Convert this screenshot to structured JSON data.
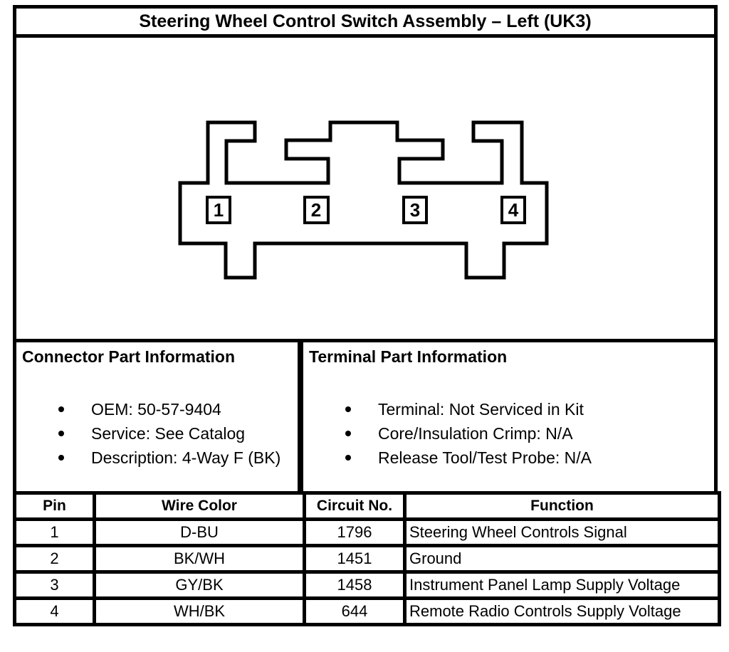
{
  "title": "Steering Wheel Control Switch Assembly – Left (UK3)",
  "diagram": {
    "description": "4-way connector face view",
    "pin_labels": [
      "1",
      "2",
      "3",
      "4"
    ]
  },
  "connector_part_info": {
    "heading": "Connector Part Information",
    "items": [
      "OEM: 50-57-9404",
      "Service: See Catalog",
      "Description: 4-Way F (BK)"
    ]
  },
  "terminal_part_info": {
    "heading": "Terminal Part Information",
    "items": [
      "Terminal: Not Serviced in Kit",
      "Core/Insulation Crimp: N/A",
      "Release Tool/Test Probe: N/A"
    ]
  },
  "pin_table": {
    "headers": [
      "Pin",
      "Wire Color",
      "Circuit No.",
      "Function"
    ],
    "rows": [
      [
        "1",
        "D-BU",
        "1796",
        "Steering Wheel Controls Signal"
      ],
      [
        "2",
        "BK/WH",
        "1451",
        "Ground"
      ],
      [
        "3",
        "GY/BK",
        "1458",
        "Instrument Panel Lamp Supply Voltage"
      ],
      [
        "4",
        "WH/BK",
        "644",
        "Remote Radio Controls Supply Voltage"
      ]
    ]
  },
  "colors": {
    "ink": "#000000",
    "paper": "#ffffff"
  }
}
